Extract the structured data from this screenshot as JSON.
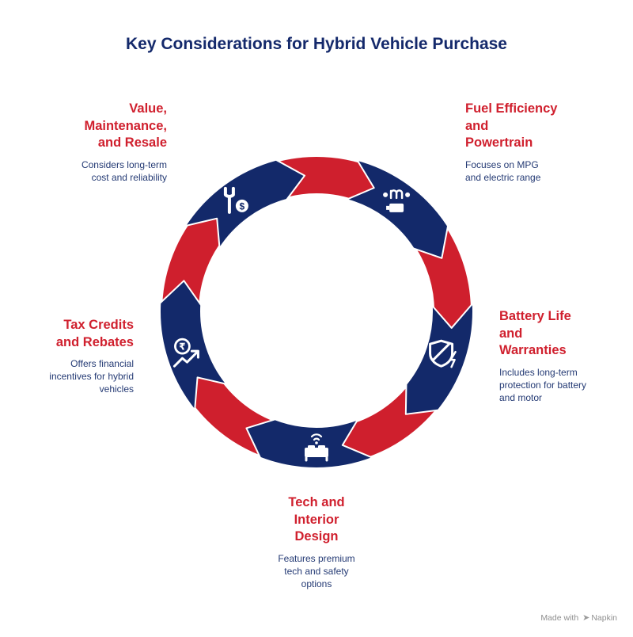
{
  "title": "Key Considerations for Hybrid Vehicle Purchase",
  "colors": {
    "ring": "#cf1f2d",
    "segment": "#13296a",
    "heading": "#d0202e",
    "text": "#243a74",
    "title": "#14296b"
  },
  "items": [
    {
      "heading_lines": [
        "Value,",
        "Maintenance,",
        "and Resale"
      ],
      "desc_lines": [
        "Considers long-term",
        "cost and reliability"
      ],
      "icon": "wrench-dollar-icon"
    },
    {
      "heading_lines": [
        "Fuel Efficiency",
        "and",
        "Powertrain"
      ],
      "desc_lines": [
        "Focuses on MPG",
        "and electric range"
      ],
      "icon": "fuel-gauge-icon"
    },
    {
      "heading_lines": [
        "Battery Life",
        "and",
        "Warranties"
      ],
      "desc_lines": [
        "Includes long-term",
        "protection for battery",
        "and motor"
      ],
      "icon": "shield-bolt-icon"
    },
    {
      "heading_lines": [
        "Tech and",
        "Interior",
        "Design"
      ],
      "desc_lines": [
        "Features premium",
        "tech and safety",
        "options"
      ],
      "icon": "car-seat-wifi-icon"
    },
    {
      "heading_lines": [
        "Tax Credits",
        "and Rebates"
      ],
      "desc_lines": [
        "Offers financial",
        "incentives for hybrid",
        "vehicles"
      ],
      "icon": "rupee-growth-icon"
    }
  ],
  "footer": {
    "prefix": "Made with",
    "brand": "Napkin"
  }
}
